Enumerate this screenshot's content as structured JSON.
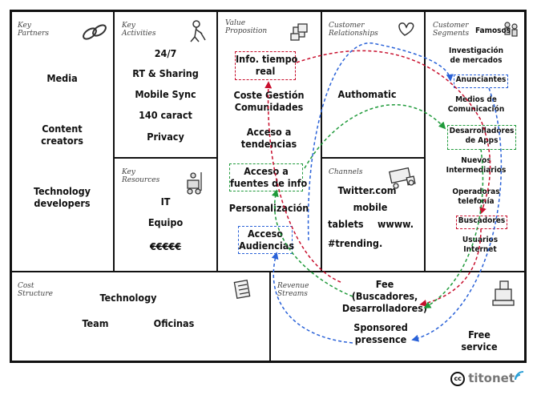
{
  "key_partners": {
    "title": "Key\nPartners",
    "items": [
      "Media",
      "Content\ncreators",
      "Technology\ndevelopers"
    ]
  },
  "key_activities": {
    "title": "Key\nActivities",
    "items": [
      "24/7",
      "RT & Sharing",
      "Mobile Sync",
      "140 caract",
      "Privacy"
    ]
  },
  "key_resources": {
    "title": "Key\nResources",
    "items": [
      "IT",
      "Equipo",
      "€€€€€"
    ]
  },
  "value_proposition": {
    "title": "Value\nProposition",
    "items": [
      "Info. tiempo\nreal",
      "Coste Gestión\nComunidades",
      "Acceso a\ntendencias",
      "Acceso a\nfuentes de info",
      "Personalización",
      "Acceso\nAudiencias"
    ]
  },
  "customer_relationships": {
    "title": "Customer\nRelationships",
    "items": [
      "Authomatic"
    ]
  },
  "channels": {
    "title": "Channels",
    "items": [
      "Twitter.com",
      "mobile",
      "tablets",
      "wwww.",
      "#trending."
    ]
  },
  "customer_segments": {
    "title": "Customer\nSegments",
    "items": [
      "Famosos",
      "Investigación\nde mercados",
      "Anunciantes",
      "Medios de\nComunicación",
      "Desarrolladores\nde Apps",
      "Nuevos\nIntermediarios",
      "Operadoras\ntelefonía",
      "Buscadores",
      "Usuarios\nInternet"
    ]
  },
  "cost_structure": {
    "title": "Cost\nStructure",
    "items": [
      "Technology",
      "Team",
      "Oficinas"
    ]
  },
  "revenue_streams": {
    "title": "Revenue\nStreams",
    "items": [
      "Fee\n(Buscadores,\nDesarrolladores)",
      "Sponsored\npressence",
      "Free\nservice"
    ]
  },
  "brand": {
    "name": "titonet"
  },
  "colors": {
    "red": "#c8102e",
    "green": "#1f9a3a",
    "blue": "#2a62d8"
  },
  "icons": [
    "chain-link-icon",
    "worker-icon",
    "gift-icon",
    "heart-icon",
    "people-icon",
    "truck-icon",
    "forklift-icon",
    "price-tag-icon",
    "cash-register-icon",
    "creative-commons-icon",
    "rss-icon"
  ]
}
